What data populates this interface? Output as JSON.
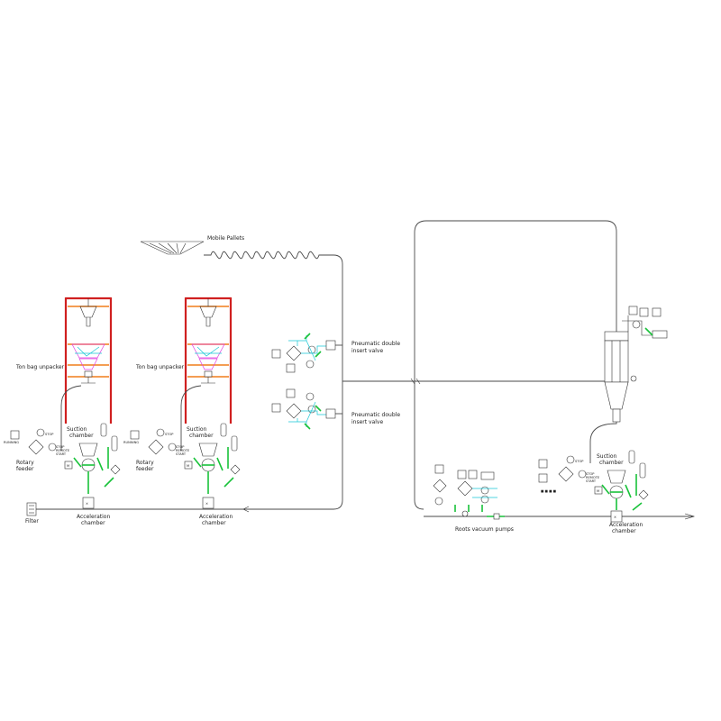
{
  "labels": {
    "mobile_pallets": "Mobile Pallets",
    "ton_bag_unpacker": "Ton bag unpacker",
    "suction_chamber_line1": "Suction",
    "suction_chamber_line2": "chamber",
    "rotary_feeder_line1": "Rotary",
    "rotary_feeder_line2": "feeder",
    "acceleration_chamber_line1": "Acceleration",
    "acceleration_chamber_line2": "chamber",
    "pneumatic_valve_line1": "Pneumatic double",
    "pneumatic_valve_line2": "insert valve",
    "roots_vacuum_pumps": "Roots vacuum pumps",
    "filter": "Filter",
    "running": "RUNNING",
    "stop": "STOP",
    "remote": "REMOTE",
    "start": "START",
    "motor": "M"
  },
  "colors": {
    "pipe": "#4a4a4a",
    "frame_red": "#d02020",
    "frame_orange": "#f07d1a",
    "hopper_magenta": "#e040e0",
    "valve_cyan": "#18c7d6",
    "valve_green": "#19c23a"
  }
}
